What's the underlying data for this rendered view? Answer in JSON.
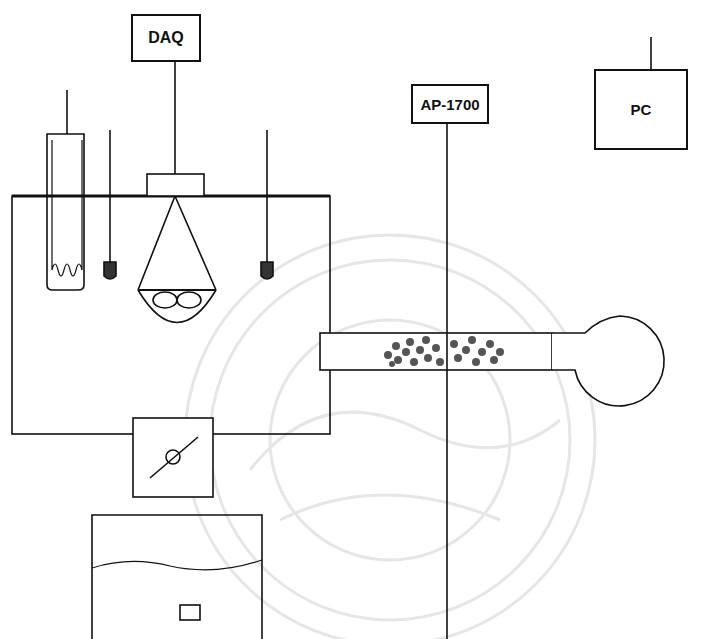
{
  "diagram": {
    "nodes": [
      {
        "text": [
          "DAQ"
        ]
      },
      {
        "text": [
          "AP-1700"
        ]
      },
      {
        "text": [
          "PC"
        ]
      }
    ]
  }
}
